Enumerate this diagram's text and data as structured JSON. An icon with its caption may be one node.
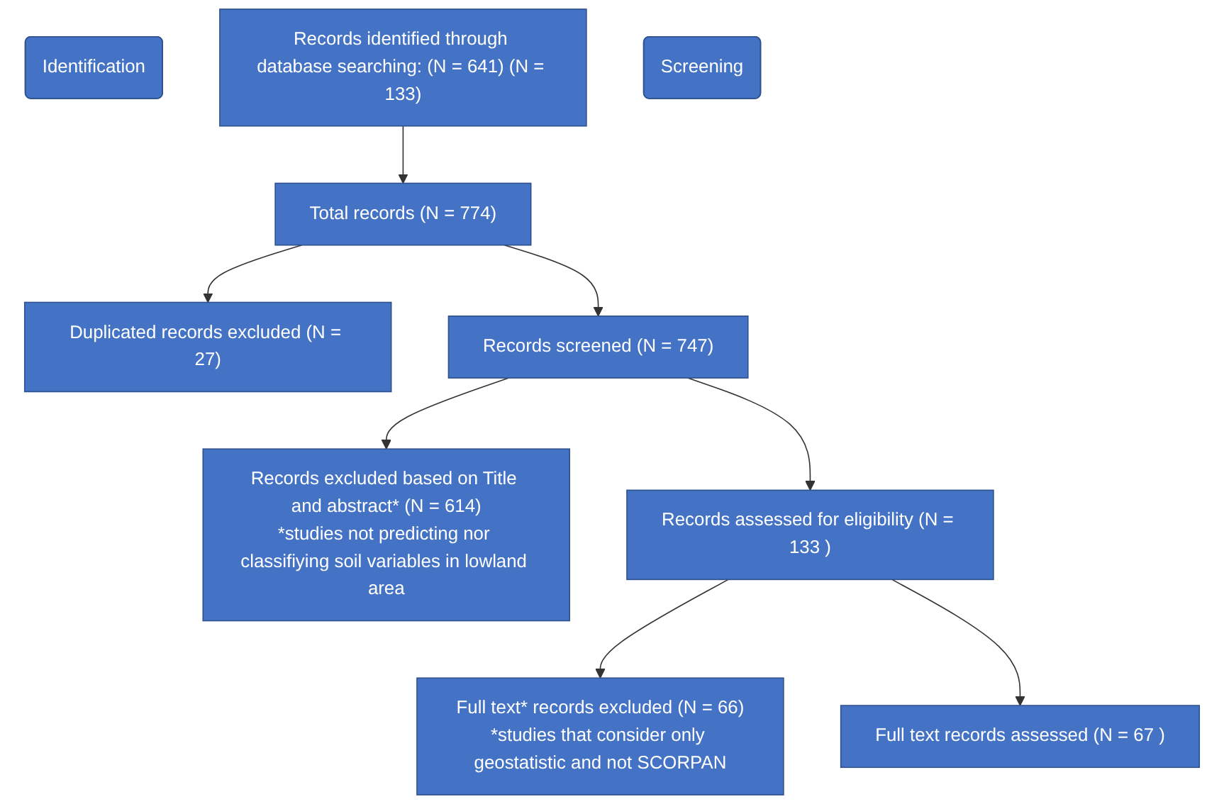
{
  "diagram": {
    "nodes": [
      {
        "text": [
          "Identification"
        ]
      },
      {
        "text": [
          "Records identified through database searching: (N = 641) (N = 133)"
        ]
      },
      {
        "text": [
          "Screening"
        ]
      },
      {
        "text": [
          "Total records (N = 774)"
        ]
      },
      {
        "text": [
          "Duplicated records excluded (N = 27)"
        ]
      },
      {
        "text": [
          "Records screened (N = 747)"
        ]
      },
      {
        "text": [
          "Records excluded based on Title and abstract* (N = 614)",
          "*studies not predicting nor classifiying soil variables in lowland area"
        ]
      },
      {
        "text": [
          "Records assessed for eligibility (N = 133 )"
        ]
      },
      {
        "text": [
          "Full text* records excluded (N = 66)",
          "*studies that consider only geostatistic and not SCORPAN"
        ]
      },
      {
        "text": [
          "Full text records assessed (N = 67 )"
        ]
      }
    ],
    "edges": [
      {
        "from": 1,
        "to": 3,
        "arrow": "to"
      },
      {
        "from": 3,
        "to": 4,
        "arrow": "to"
      },
      {
        "from": 3,
        "to": 5,
        "arrow": "to"
      },
      {
        "from": 5,
        "to": 6,
        "arrow": "to"
      },
      {
        "from": 5,
        "to": 7,
        "arrow": "to"
      },
      {
        "from": 7,
        "to": 8,
        "arrow": "to"
      },
      {
        "from": 7,
        "to": 9,
        "arrow": "to"
      }
    ]
  }
}
